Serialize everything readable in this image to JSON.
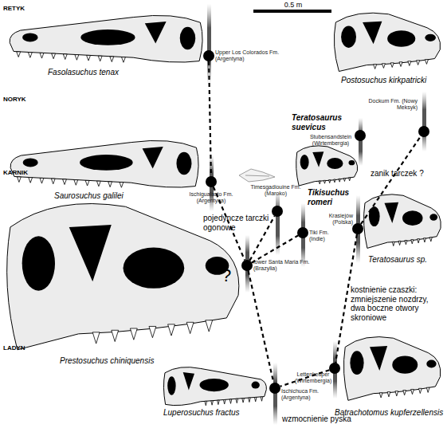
{
  "diagram": {
    "nodes": [
      {
        "text": [
          "Upper Los Colorados Fm. (Argentyna)"
        ]
      },
      {
        "text": [
          "Dockum Fm. (Nowy Meksyk)"
        ]
      },
      {
        "text": [
          "Stubensandstein (Wirtembergia)"
        ]
      },
      {
        "text": [
          "Ischigualasto Fm. (Argentyna)"
        ]
      },
      {
        "text": [
          "Timesgadiouine Fm. (Maroko)"
        ]
      },
      {
        "text": [
          "Krasiejów (Polska)"
        ]
      },
      {
        "text": [
          "Tiki Fm. (Indie)"
        ]
      },
      {
        "text": [
          "lower Santa Maria Fm. (Brazylia)"
        ]
      },
      {
        "text": [
          "Lettenkeuper (Wirtembergia)"
        ]
      },
      {
        "text": [
          "Ischichuca Fm. (Argentyna)"
        ]
      }
    ],
    "edges": [
      {
        "from": 0,
        "to": 3,
        "arrow": "none"
      },
      {
        "from": 3,
        "to": 7,
        "arrow": "none"
      },
      {
        "from": 7,
        "to": 9,
        "arrow": "none"
      },
      {
        "from": 7,
        "to": 4,
        "arrow": "none"
      },
      {
        "from": 7,
        "to": 6,
        "arrow": "none"
      },
      {
        "from": 5,
        "to": 1,
        "arrow": "none"
      },
      {
        "from": 5,
        "to": 8,
        "arrow": "none"
      },
      {
        "from": 8,
        "to": 9,
        "arrow": "none"
      }
    ],
    "labels": [
      "RETYK",
      "NORYK",
      "KARNIK",
      "LADYN",
      "0.5 m",
      "Fasolasuchus tenax",
      "Postosuchus kirkpatricki",
      "Teratosaurus suevicus",
      "Saurosuchus galilei",
      "Tikisuchus romeri",
      "zanik tarczek ?",
      "pojedyncze tarczki ogonowe",
      "Teratosaurus sp.",
      "?",
      "kostnienie czaszki: zmniejszenie nozdrzy, dwa boczne otwory skroniowe",
      "Prestosuchus chiniquensis",
      "Batrachotomus kupferzellensis",
      "Luperosuchus fractus",
      "wzmocnienie pyska"
    ]
  }
}
